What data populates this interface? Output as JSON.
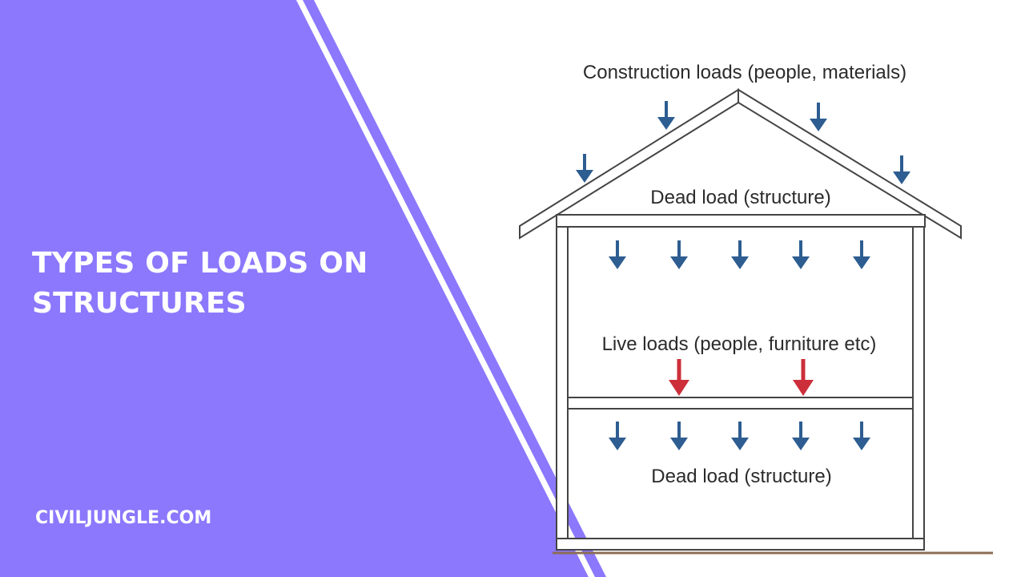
{
  "title": "TYPES OF LOADS ON STRUCTURES",
  "site_name": "CIVILJUNGLE.COM",
  "diagram": {
    "label_construction": "Construction loads (people, materials)",
    "label_dead_roof": "Dead load (structure)",
    "label_live": "Live loads (people, furniture etc)",
    "label_dead_floor": "Dead load (structure)"
  },
  "colors": {
    "panel": "#8b78fd",
    "stripe": "#ffffff",
    "arrow_blue": "#2d5d91",
    "arrow_red": "#cc2f3a",
    "outline": "#444444"
  }
}
